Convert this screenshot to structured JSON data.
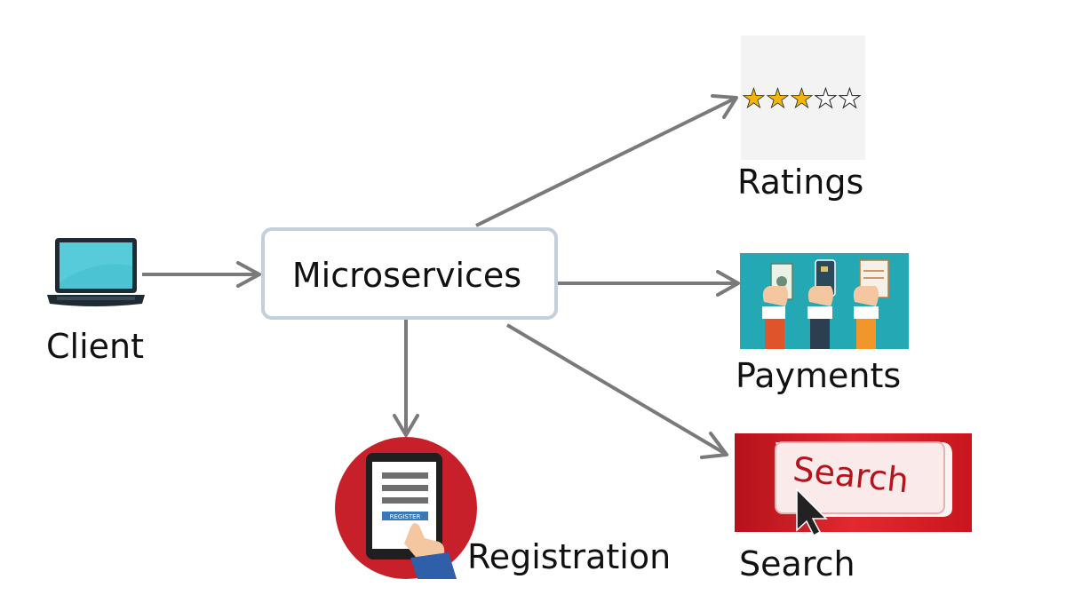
{
  "nodes": {
    "client": {
      "label": "Client"
    },
    "microservices": {
      "label": "Microservices"
    },
    "ratings": {
      "label": "Ratings",
      "stars_filled": 3,
      "stars_total": 5,
      "stars_glyphs": "★★★☆☆"
    },
    "payments": {
      "label": "Payments"
    },
    "search": {
      "label": "Search",
      "banner_text": "Search"
    },
    "registration": {
      "label": "Registration",
      "button_text": "REGISTER"
    }
  },
  "edges": [
    {
      "from": "client",
      "to": "microservices"
    },
    {
      "from": "microservices",
      "to": "ratings"
    },
    {
      "from": "microservices",
      "to": "payments"
    },
    {
      "from": "microservices",
      "to": "search"
    },
    {
      "from": "microservices",
      "to": "registration"
    }
  ],
  "colors": {
    "arrow": "#7a7a7a",
    "box_border": "#c5cfdb",
    "laptop_screen": "#4cc3d3",
    "laptop_body": "#1e2b33",
    "star_fill": "#f2b705",
    "payments_bg": "#23a8b4",
    "search_bg": "#d21f26",
    "registration_circle": "#c8202a"
  }
}
